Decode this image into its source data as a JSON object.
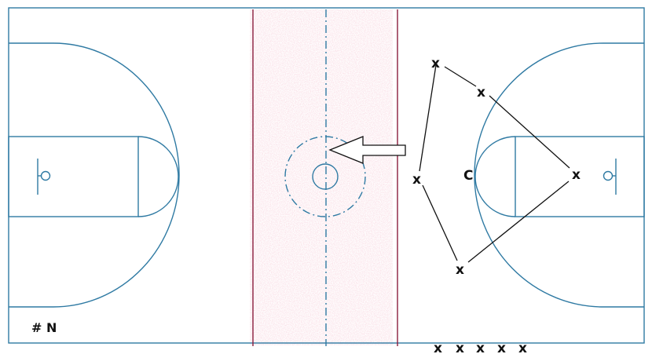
{
  "diagram": {
    "players": [
      {
        "id": "p1",
        "label": "x"
      },
      {
        "id": "p2",
        "label": "x"
      },
      {
        "id": "p3",
        "label": "x"
      },
      {
        "id": "p4",
        "label": "x"
      },
      {
        "id": "p5",
        "label": "x"
      }
    ],
    "center_player": {
      "label": "C"
    },
    "bench_players": [
      "x",
      "x",
      "x",
      "x",
      "x"
    ],
    "corner_label": "# N",
    "colors": {
      "court_lines": "#2f7aa3",
      "lane_lines": "#8b1d3d",
      "midcourt_shading": "#f4c7cf",
      "markers": "#111111"
    }
  }
}
